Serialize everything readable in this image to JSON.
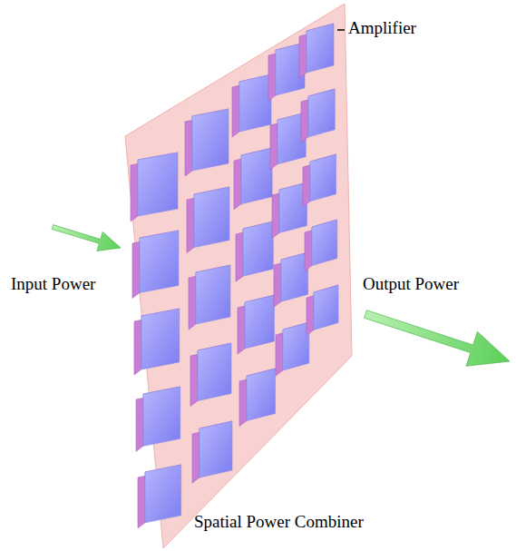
{
  "diagram": {
    "caption": "Spatial Power Combiner",
    "labels": [
      "Amplifier",
      "Input Power",
      "Output Power"
    ]
  }
}
